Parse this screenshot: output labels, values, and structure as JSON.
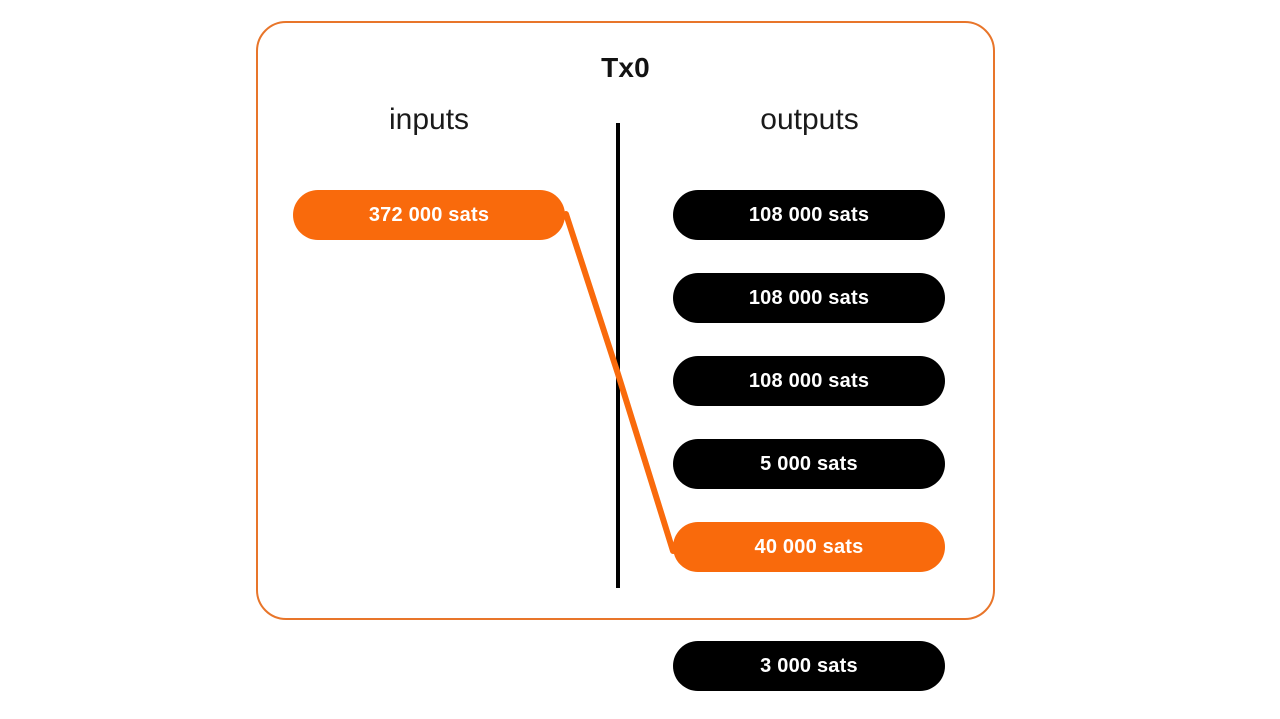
{
  "diagram": {
    "title": "Tx0",
    "columns": {
      "inputs_label": "inputs",
      "outputs_label": "outputs"
    },
    "colors": {
      "accent": "#F96A0C",
      "border": "#E8752A",
      "dark": "#000000",
      "text_on_pill": "#FFFFFF"
    },
    "inputs": [
      {
        "label": "372 000 sats",
        "amount": 372000,
        "unit": "sats",
        "style": "accent"
      }
    ],
    "outputs": [
      {
        "label": "108 000 sats",
        "amount": 108000,
        "unit": "sats",
        "style": "dark"
      },
      {
        "label": "108 000 sats",
        "amount": 108000,
        "unit": "sats",
        "style": "dark"
      },
      {
        "label": "108 000 sats",
        "amount": 108000,
        "unit": "sats",
        "style": "dark"
      },
      {
        "label": "5 000 sats",
        "amount": 5000,
        "unit": "sats",
        "style": "dark"
      },
      {
        "label": "40 000 sats",
        "amount": 40000,
        "unit": "sats",
        "style": "accent"
      }
    ],
    "detached": [
      {
        "label": "3 000 sats",
        "amount": 3000,
        "unit": "sats",
        "style": "dark"
      }
    ],
    "connections": [
      {
        "from": "inputs.0",
        "to": "outputs.4"
      }
    ]
  }
}
